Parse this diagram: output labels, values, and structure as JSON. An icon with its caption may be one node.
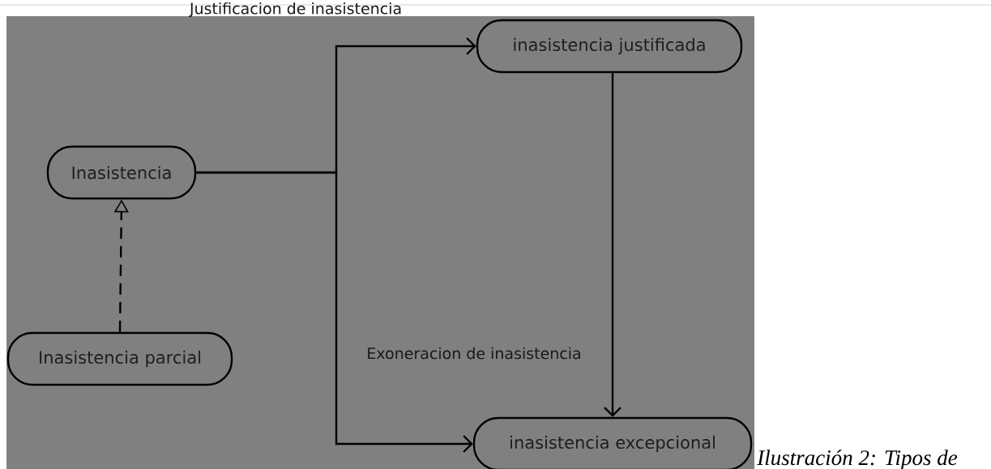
{
  "diagram": {
    "caption": "Ilustración 2: Tipos de",
    "nodes": [
      {
        "text": [
          "Inasistencia"
        ]
      },
      {
        "text": [
          "Inasistencia parcial"
        ]
      },
      {
        "text": [
          "inasistencia justificada"
        ]
      },
      {
        "text": [
          "inasistencia excepcional"
        ]
      }
    ],
    "edges": [
      {
        "from": 1,
        "to": 0,
        "arrow": "to",
        "style": "dashed"
      },
      {
        "from": 0,
        "to": 2,
        "arrow": "to",
        "label": "Justificacion de inasistencia"
      },
      {
        "from": 0,
        "to": 3,
        "arrow": "to",
        "label": "Exoneracion de inasistencia"
      },
      {
        "from": 2,
        "to": 3,
        "arrow": "to"
      }
    ]
  }
}
